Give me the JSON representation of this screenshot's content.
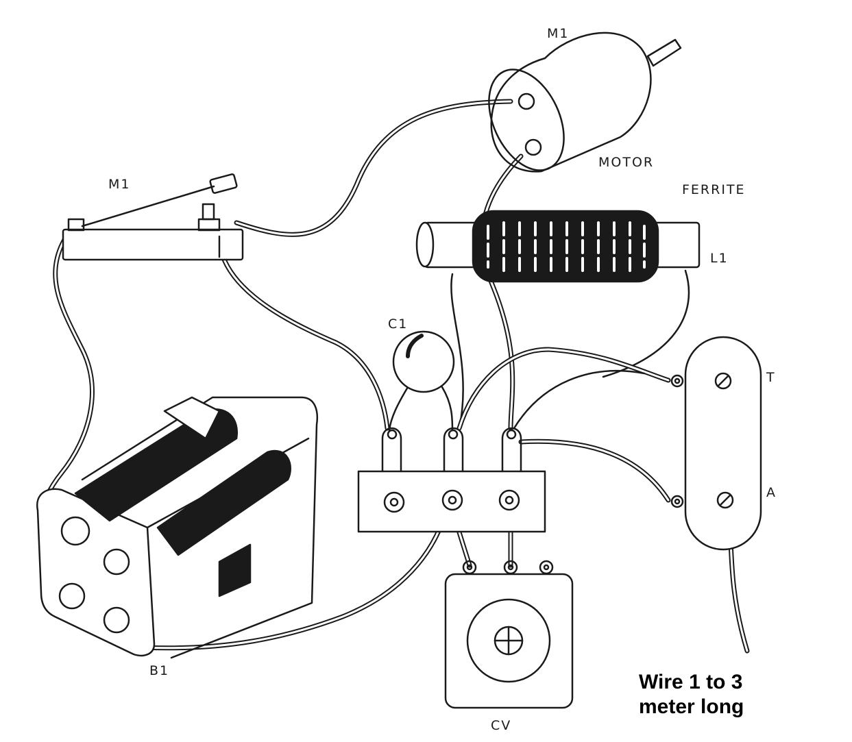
{
  "labels": {
    "motor_ref": "M1",
    "motor_name": "MOTOR",
    "ferrite": "FERRITE",
    "coil": "L1",
    "reed_ref": "M1",
    "capacitor": "C1",
    "terminal_t": "T",
    "terminal_a": "A",
    "battery": "B1",
    "variable_cap": "CV"
  },
  "note": {
    "line1": "Wire 1 to 3",
    "line2": "meter long"
  },
  "colors": {
    "ink": "#1a1a1a",
    "paper": "#ffffff"
  }
}
